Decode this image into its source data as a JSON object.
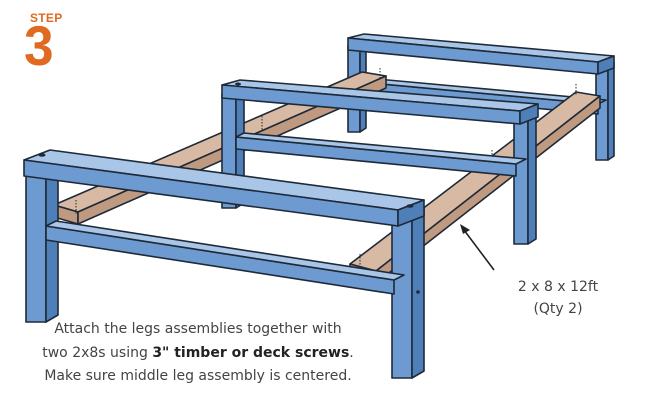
{
  "step": {
    "label": "STEP",
    "number": "3"
  },
  "callout": {
    "size": "2 x 8 x 12ft",
    "quantity": "(Qty 2)"
  },
  "instructions": {
    "line1": "Attach the legs assemblies together with",
    "line2_pre": "two 2x8s using ",
    "line2_bold": "3\" timber or deck screws",
    "line2_post": ".",
    "line3": "Make sure middle leg assembly is centered."
  },
  "colors": {
    "accent": "#e06a1f",
    "leg_blue": "#6d9bd1",
    "board_tan": "#d8b9a3",
    "text": "#444444"
  }
}
